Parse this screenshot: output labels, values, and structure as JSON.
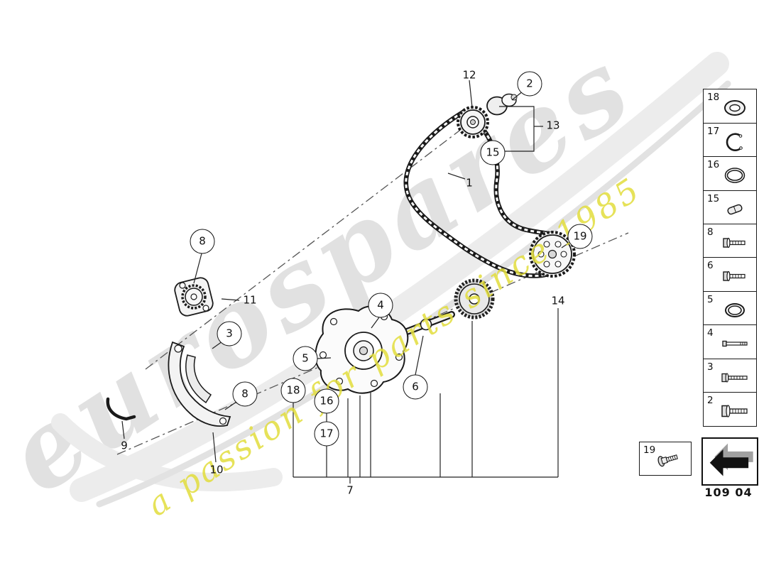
{
  "page": {
    "code": "109 04"
  },
  "watermark": {
    "brand": "eurospares",
    "tagline": "a passion for parts since 1985",
    "gray_hex": "#dcdcdc",
    "yellow_hex": "#e2dd3c"
  },
  "callouts": [
    {
      "n": "12",
      "circled": false
    },
    {
      "n": "2",
      "circled": true
    },
    {
      "n": "13",
      "circled": false
    },
    {
      "n": "15",
      "circled": true
    },
    {
      "n": "1",
      "circled": false
    },
    {
      "n": "8",
      "circled": true
    },
    {
      "n": "11",
      "circled": false
    },
    {
      "n": "3",
      "circled": true
    },
    {
      "n": "4",
      "circled": true
    },
    {
      "n": "5",
      "circled": true
    },
    {
      "n": "8",
      "circled": true
    },
    {
      "n": "18",
      "circled": true
    },
    {
      "n": "16",
      "circled": true
    },
    {
      "n": "6",
      "circled": true
    },
    {
      "n": "17",
      "circled": true
    },
    {
      "n": "19",
      "circled": true
    },
    {
      "n": "14",
      "circled": false
    },
    {
      "n": "9",
      "circled": false
    },
    {
      "n": "10",
      "circled": false
    },
    {
      "n": "7",
      "circled": false
    }
  ],
  "sidebar": {
    "items": [
      {
        "n": "18",
        "icon": "shaft-seal"
      },
      {
        "n": "17",
        "icon": "circlip"
      },
      {
        "n": "16",
        "icon": "o-ring"
      },
      {
        "n": "15",
        "icon": "dowel-pin"
      },
      {
        "n": "8",
        "icon": "bolt"
      },
      {
        "n": "6",
        "icon": "bolt"
      },
      {
        "n": "5",
        "icon": "seal-ring"
      },
      {
        "n": "4",
        "icon": "stud-bolt"
      },
      {
        "n": "3",
        "icon": "bolt-long"
      },
      {
        "n": "2",
        "icon": "hex-bolt"
      }
    ]
  },
  "legend": {
    "extra_item": {
      "n": "19",
      "icon": "screw"
    },
    "nav_icon": "direction-arrow"
  }
}
